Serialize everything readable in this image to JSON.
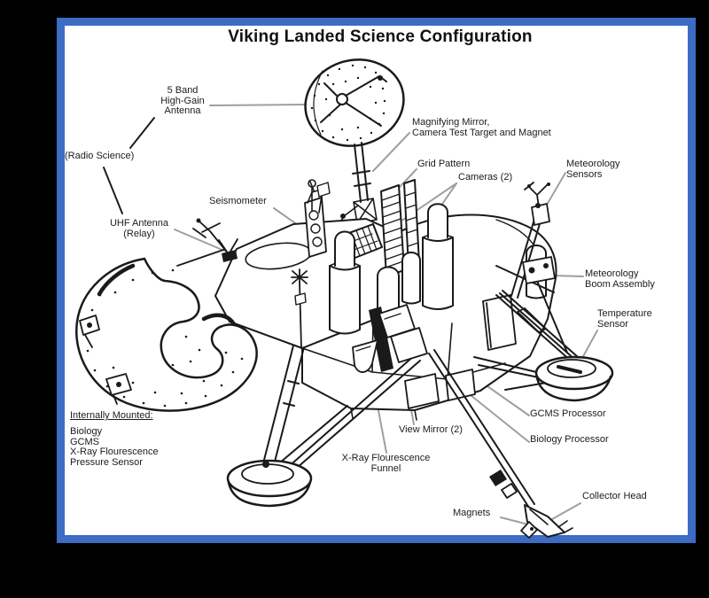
{
  "window": {
    "background_color": "#000000",
    "frame_color": "#3c6cc4",
    "canvas_color": "#ffffff"
  },
  "diagram": {
    "title": "Viking Landed Science Configuration",
    "labels": {
      "high_gain_antenna": "5 Band\nHigh-Gain\nAntenna",
      "radio_science": "(Radio Science)",
      "uhf_antenna": "UHF Antenna\n(Relay)",
      "seismometer": "Seismometer",
      "magnifying_mirror": "Magnifying Mirror,\nCamera Test Target and Magnet",
      "grid_pattern": "Grid Pattern",
      "cameras": "Cameras (2)",
      "meteorology_sensors": "Meteorology\nSensors",
      "meteorology_boom": "Meteorology\nBoom Assembly",
      "temperature_sensor": "Temperature\nSensor",
      "gcms_processor": "GCMS Processor",
      "biology_processor": "Biology Processor",
      "collector_head": "Collector Head",
      "magnets": "Magnets",
      "view_mirror": "View Mirror (2)",
      "xray_funnel": "X-Ray Flourescence\nFunnel",
      "internally_mounted_heading": "Internally Mounted:",
      "internally_mounted_items": "Biology\nGCMS\nX-Ray Flourescence\nPressure Sensor"
    }
  }
}
